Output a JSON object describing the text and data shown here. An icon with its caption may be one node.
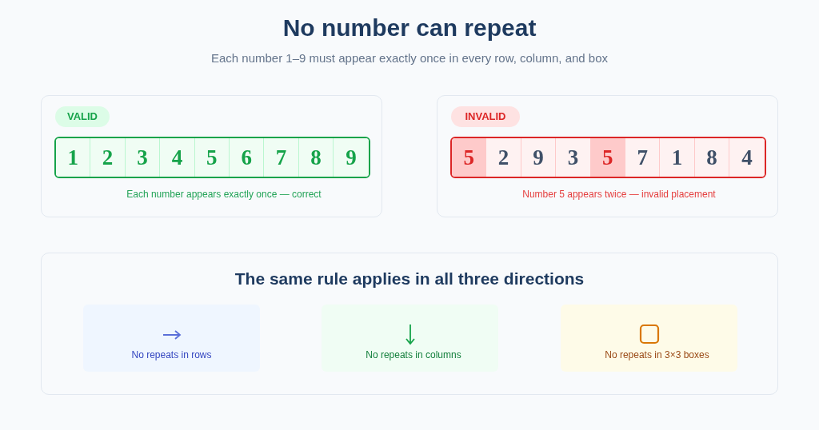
{
  "diagram": {
    "nodes": [
      {
        "text": [
          "Each number appears exactly once — correct"
        ]
      },
      {
        "text": [
          "VALID"
        ],
        "in": 0
      },
      {
        "text": [],
        "shape": "box",
        "in": 0
      },
      {
        "text": [
          "1"
        ],
        "in": 2
      },
      {
        "text": [
          "2"
        ],
        "in": 2
      },
      {
        "text": [
          "3"
        ],
        "in": 2
      },
      {
        "text": [
          "4"
        ],
        "in": 2
      },
      {
        "text": [
          "5"
        ],
        "in": 2
      },
      {
        "text": [
          "6"
        ],
        "in": 2
      },
      {
        "text": [
          "7"
        ],
        "in": 2
      },
      {
        "text": [
          "8"
        ],
        "in": 2
      },
      {
        "text": [
          "9"
        ],
        "in": 2
      },
      {
        "text": [
          "Number 5 appears twice — invalid placement"
        ]
      },
      {
        "text": [
          "INVALID"
        ],
        "in": 12
      },
      {
        "text": [],
        "shape": "box",
        "in": 12
      },
      {
        "text": [
          "5"
        ],
        "in": 14
      },
      {
        "text": [
          "2"
        ],
        "in": 14
      },
      {
        "text": [
          "9"
        ],
        "in": 14
      },
      {
        "text": [
          "3"
        ],
        "in": 14
      },
      {
        "text": [
          "5"
        ],
        "in": 14
      },
      {
        "text": [
          "7"
        ],
        "in": 14
      },
      {
        "text": [
          "1"
        ],
        "in": 14
      },
      {
        "text": [
          "8"
        ],
        "in": 14
      },
      {
        "text": [
          "4"
        ],
        "in": 14
      },
      {
        "text": [
          "The same rule applies in all three directions"
        ]
      },
      {
        "text": [
          "No repeats in rows"
        ],
        "in": 24
      },
      {
        "text": [
          "No repeats in columns"
        ],
        "in": 24
      },
      {
        "text": [
          "No repeats in 3×3 boxes"
        ],
        "in": 24
      }
    ],
    "edges": [],
    "labels": [
      "No number can repeat",
      "Each number 1–9 must appear exactly once in every row, column, and box"
    ]
  }
}
